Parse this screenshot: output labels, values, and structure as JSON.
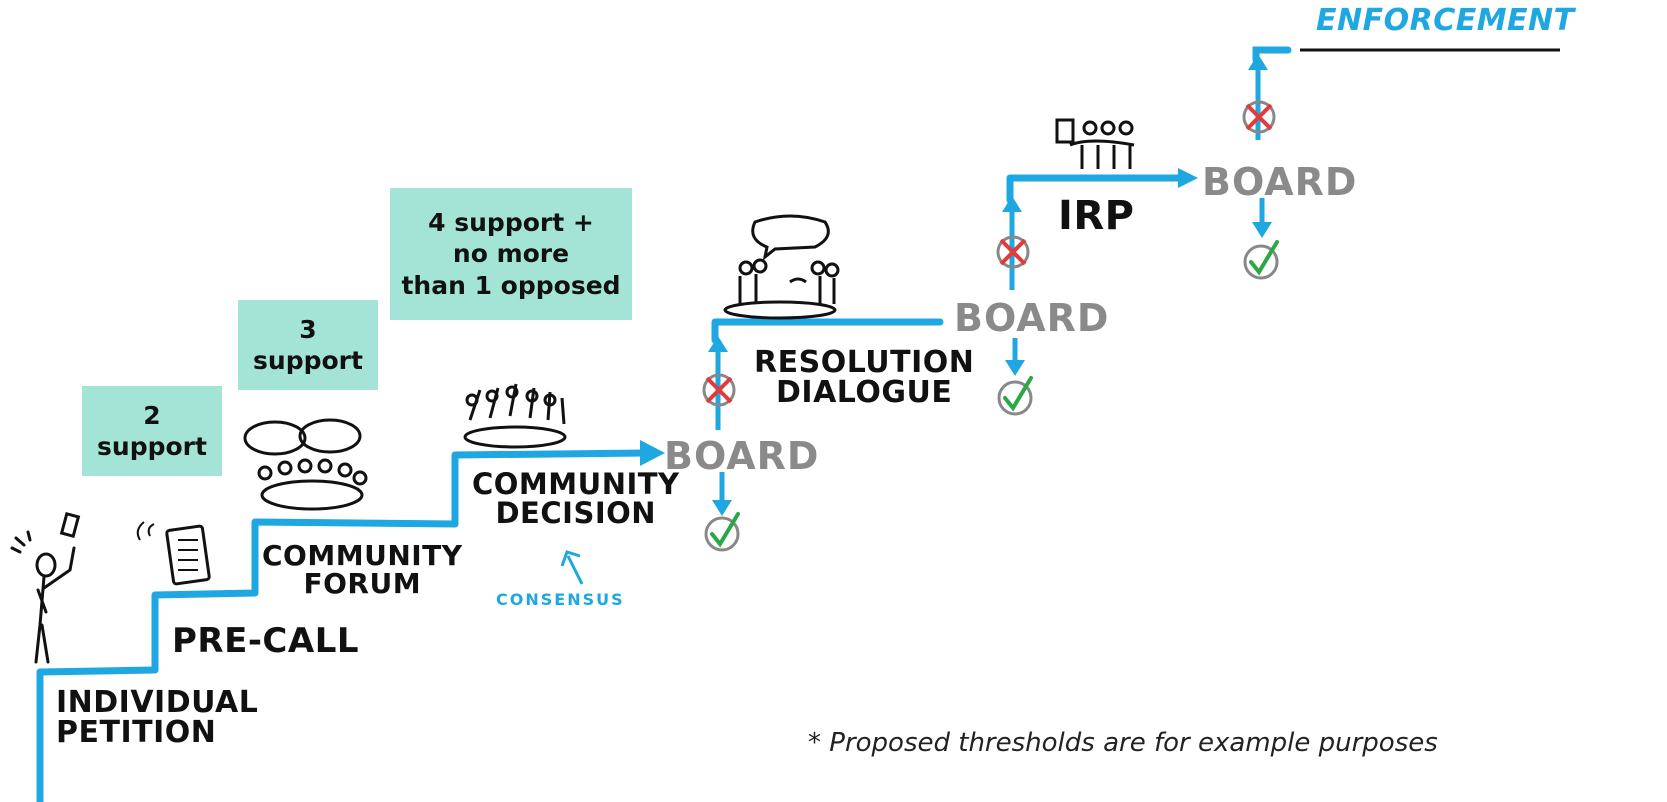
{
  "colors": {
    "path": "#1ea7e1",
    "box": "#a3e4d7",
    "ink": "#111111",
    "board": "#8a8a8a",
    "reject": "#e23b3b",
    "approve": "#2aa845"
  },
  "steps": {
    "individual_petition": "INDIVIDUAL\nPETITION",
    "pre_call": "PRE-CALL",
    "community_forum": "COMMUNITY\nFORUM",
    "community_decision": "COMMUNITY\nDECISION",
    "resolution_dialogue": "RESOLUTION\nDIALOGUE",
    "irp": "IRP",
    "enforcement": "ENFORCEMENT"
  },
  "thresholds": {
    "two": "2\nsupport",
    "three": "3\nsupport",
    "four": "4 support +\nno more\nthan 1 opposed"
  },
  "board_label": "BOARD",
  "consensus": "CONSENSUS",
  "footnote": "* Proposed thresholds are for example purposes",
  "icons": [
    "person-phone-icon",
    "tablet-icon",
    "group-discussion-icon",
    "voting-crowd-icon",
    "dialogue-icon",
    "panel-icon",
    "reject-icon",
    "approve-icon"
  ]
}
